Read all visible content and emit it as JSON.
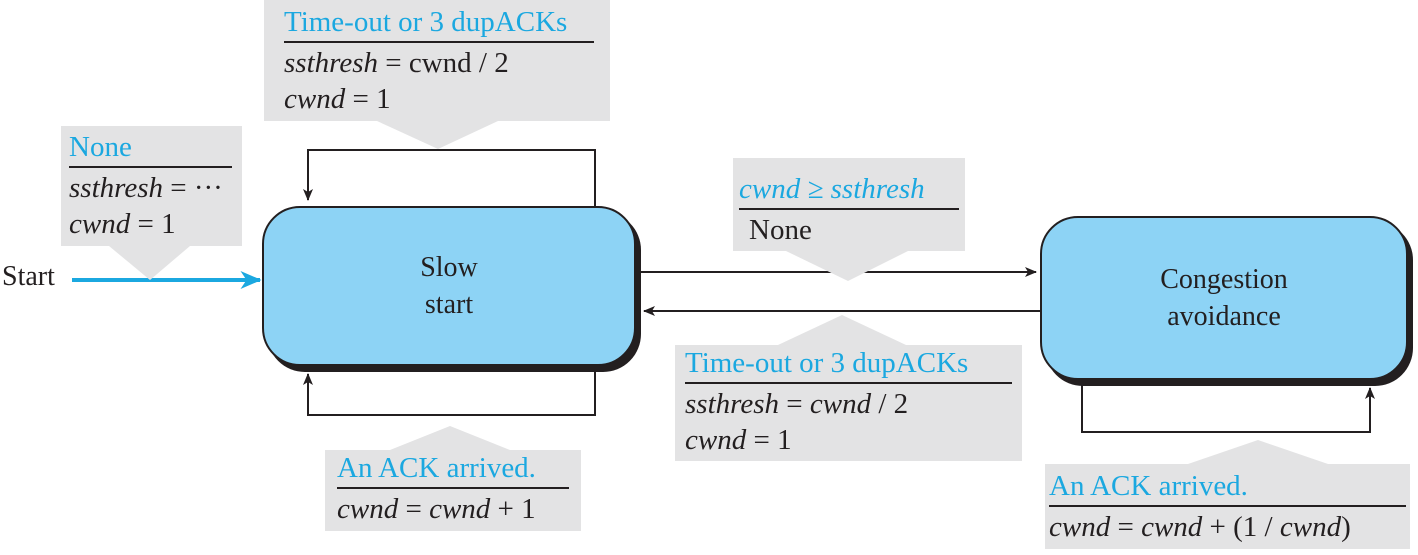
{
  "colors": {
    "state_fill": "#8dd3f5",
    "outline": "#231f20",
    "event_text": "#1ba8e0",
    "callout_fill": "#e3e3e4",
    "start_arrow": "#1ba8e0"
  },
  "start": {
    "label": "Start"
  },
  "states": {
    "slow_start": {
      "line1": "Slow",
      "line2": "start"
    },
    "congestion_avoidance": {
      "line1": "Congestion",
      "line2": "avoidance"
    }
  },
  "callouts": {
    "init": {
      "event": "None",
      "action_1": {
        "var": "ssthresh",
        "rest": " = ···"
      },
      "action_2": {
        "var": "cwnd",
        "rest": " = 1"
      }
    },
    "slow_start_loop": {
      "event": "Time-out or 3 dupACKs",
      "action_1": {
        "var": "ssthresh",
        "rest": " = cwnd / 2"
      },
      "action_2": {
        "var": "cwnd",
        "rest": " = 1"
      }
    },
    "ack_slow_start": {
      "event": "An ACK arrived.",
      "action": {
        "a": "cwnd",
        "b": " = ",
        "c": "cwnd",
        "d": " + 1"
      }
    },
    "to_congestion_avoidance": {
      "event_var_1": "cwnd",
      "event_op": " ≥ ",
      "event_var_2": "ssthresh",
      "action": "None"
    },
    "back_to_slow_start": {
      "event": "Time-out or 3 dupACKs",
      "action_1": {
        "a": "ssthresh",
        "b": " = ",
        "c": "cwnd",
        "d": " / 2"
      },
      "action_2": {
        "var": "cwnd",
        "rest": " = 1"
      }
    },
    "ack_congestion_avoidance": {
      "event": "An ACK arrived.",
      "action": {
        "a": "cwnd",
        "b": " = ",
        "c": "cwnd",
        "d": " + (1 / ",
        "e": "cwnd",
        "f": ")"
      }
    }
  }
}
